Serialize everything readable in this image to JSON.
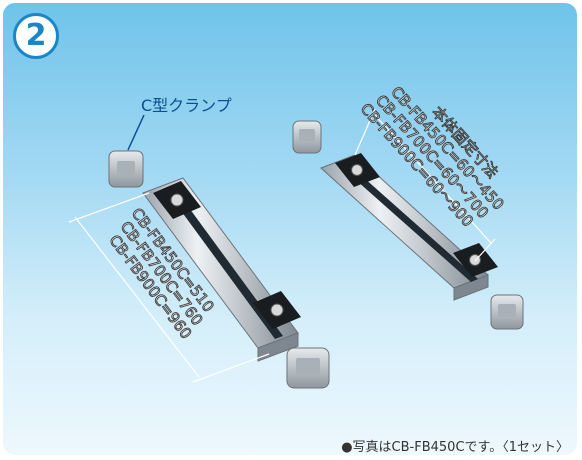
{
  "step": {
    "number": "2"
  },
  "labels": {
    "clamp": "C型クランプ",
    "left_dims": [
      "CB-FB450C=510",
      "CB-FB700C=760",
      "CB-FB900C=960"
    ],
    "right_title": "本体固定寸法",
    "right_dims": [
      "CB-FB450C=60～450",
      "CB-FB700C=60～700",
      "CB-FB900C=60～900"
    ]
  },
  "caption": "●写真はCB-FB450Cです。〈1セット〉",
  "colors": {
    "accent": "#1a86c8",
    "bg_top": "#6fc3ea",
    "bg_bottom": "#eef8fd"
  }
}
